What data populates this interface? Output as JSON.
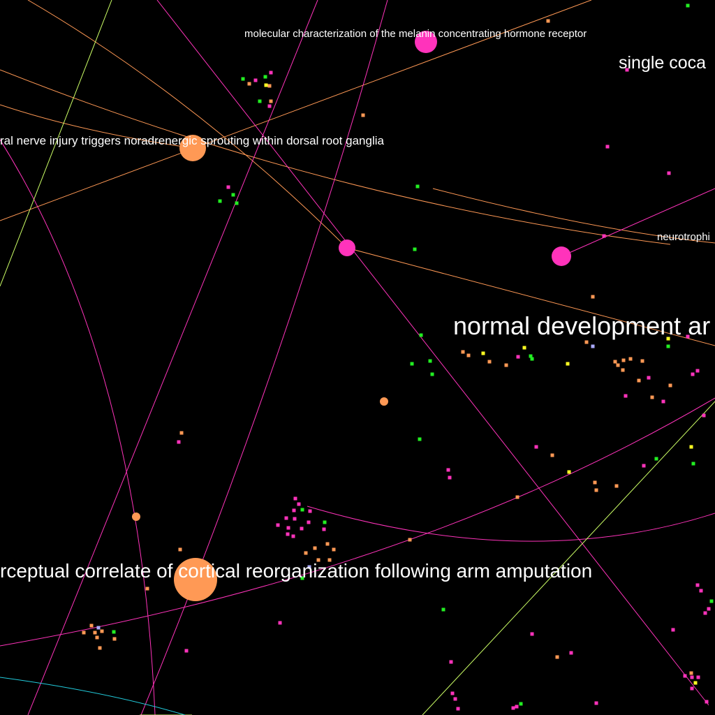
{
  "colors": {
    "background": "#000000",
    "orange": "#ff9955",
    "pink": "#ff33bb",
    "green": "#22ee22",
    "yellow": "#ffff22",
    "lavender": "#aaaaff",
    "yellowgreen": "#ccff66",
    "cyan": "#22ccdd",
    "label": "#ffffff"
  },
  "labels": {
    "melanin": "molecular characterization of the melanin concentrating hormone receptor",
    "cocaine": "single coca",
    "nerve_injury": "ral nerve injury triggers noradrenergic sprouting within dorsal root ganglia",
    "neurotrophin": "neurotrophi",
    "normal_development": "normal development ar",
    "amputation": "rceptual correlate of cortical reorganization following arm amputation"
  },
  "nodes": [
    {
      "id": "n1",
      "color": "pink",
      "size": "large"
    },
    {
      "id": "n2",
      "color": "orange",
      "size": "large"
    },
    {
      "id": "n3",
      "color": "pink",
      "size": "medium"
    },
    {
      "id": "n4",
      "color": "pink",
      "size": "medium"
    },
    {
      "id": "n5",
      "color": "orange",
      "size": "small"
    },
    {
      "id": "n6",
      "color": "orange",
      "size": "small"
    },
    {
      "id": "n7",
      "color": "orange",
      "size": "huge"
    }
  ]
}
